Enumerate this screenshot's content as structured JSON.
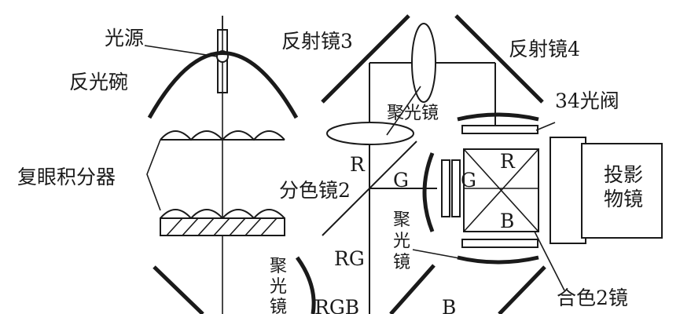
{
  "labels": {
    "light_source": "光源",
    "reflector_bowl": "反光碗",
    "fly_eye_integrator": "复眼积分器",
    "mirror3": "反射镜3",
    "mirror4": "反射镜4",
    "condenser_top": "聚光镜",
    "valve34": "34光阀",
    "dichroic2": "分色镜2",
    "projection_lens_line1": "投影",
    "projection_lens_line2": "物镜",
    "condenser_mid_1": "聚",
    "condenser_mid_2": "光",
    "condenser_mid_3": "镜",
    "condenser_left_1": "聚",
    "condenser_left_2": "光",
    "condenser_left_3": "镜",
    "combiner2": "合色2镜",
    "r_left": "R",
    "g_left": "G",
    "g_center": "G",
    "r_prism": "R",
    "b_prism": "B",
    "rg": "RG",
    "rgb": "RGB",
    "b_bottom": "B"
  }
}
